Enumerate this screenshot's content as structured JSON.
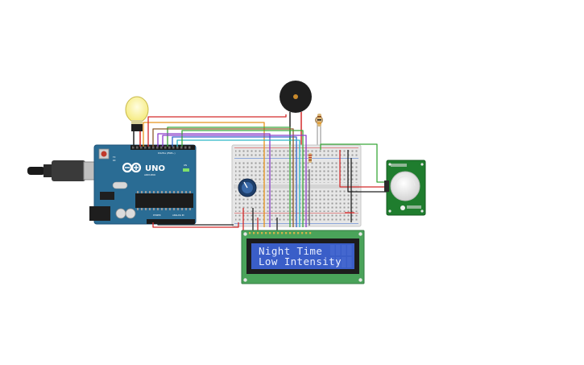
{
  "lcd": {
    "line1": "Night Time",
    "line2": "Low Intensity"
  },
  "arduino": {
    "logo_text": "UNO",
    "brand_text": "ARDUINO",
    "digital_label": "DIGITAL (PWM~)",
    "power_label": "POWER",
    "analog_label": "ANALOG IN",
    "tx_label": "TX",
    "rx_label": "RX",
    "on_label": "ON"
  },
  "colors": {
    "arduino_board": "#2a6c94",
    "breadboard": "#e4e4e4",
    "lcd_pcb": "#4aa35a",
    "lcd_screen": "#3a5ec8",
    "pir_pcb": "#1f7d2e",
    "wire_red": "#d42a2a",
    "wire_black": "#222222",
    "wire_orange": "#e8941c",
    "wire_green": "#3aa83a",
    "wire_purple": "#8a3fc9",
    "wire_blue": "#3366cc",
    "wire_cyan": "#2cb7c7",
    "wire_brown": "#8b5a2b"
  }
}
